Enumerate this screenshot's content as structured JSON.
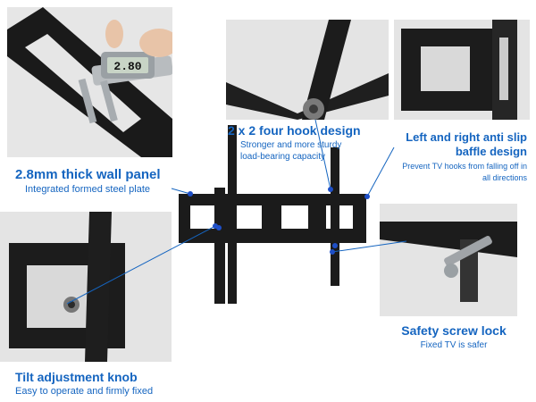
{
  "colors": {
    "accent": "#1565c0",
    "bracket": "#1b1b1b",
    "panel_bg": "#e9e9e9",
    "dot": "#1e4fc7"
  },
  "caliper": {
    "reading": "2.80"
  },
  "features": {
    "wall_panel": {
      "title": "2.8mm thick wall panel",
      "subtitle": "Integrated formed steel plate"
    },
    "hook": {
      "title": "2 x 2 four hook design",
      "subtitle": "Stronger and more sturdy load-bearing capacity"
    },
    "anti_slip": {
      "title": "Left and right anti slip baffle design",
      "subtitle": "Prevent TV hooks from  falling off in all directions"
    },
    "safety_lock": {
      "title": "Safety screw lock",
      "subtitle": "Fixed TV is safer"
    },
    "tilt_knob": {
      "title": "Tilt adjustment knob",
      "subtitle": "Easy to operate and firmly fixed"
    }
  },
  "icons": [
    "caliper-icon",
    "bracket-icon",
    "hook-plate-icon",
    "screw-icon",
    "knob-icon"
  ]
}
